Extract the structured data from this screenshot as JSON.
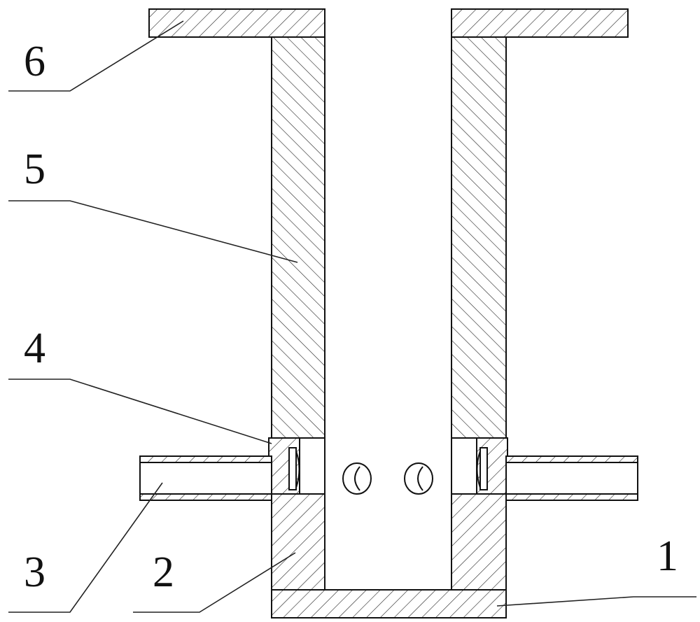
{
  "figure": {
    "labels": [
      {
        "id": "6",
        "text": "6"
      },
      {
        "id": "5",
        "text": "5"
      },
      {
        "id": "4",
        "text": "4"
      },
      {
        "id": "3",
        "text": "3"
      },
      {
        "id": "2",
        "text": "2"
      },
      {
        "id": "1",
        "text": "1"
      }
    ]
  }
}
